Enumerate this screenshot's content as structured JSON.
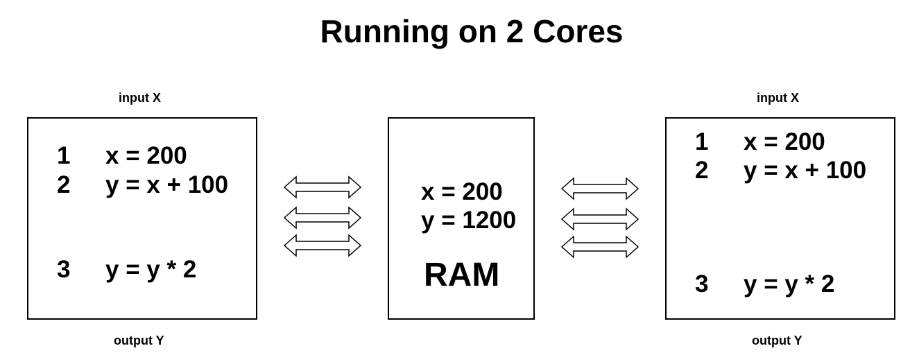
{
  "title": "Running on 2 Cores",
  "left_core": {
    "input_label": "input X",
    "output_label": "output Y",
    "lines": [
      {
        "num": "1",
        "code": "x = 200"
      },
      {
        "num": "2",
        "code": "y = x + 100"
      },
      {
        "num": "3",
        "code": "y = y * 2"
      }
    ]
  },
  "ram": {
    "vars": [
      "x = 200",
      "y = 1200"
    ],
    "label": "RAM"
  },
  "right_core": {
    "input_label": "input X",
    "output_label": "output Y",
    "lines": [
      {
        "num": "1",
        "code": "x = 200"
      },
      {
        "num": "2",
        "code": "y = x + 100"
      },
      {
        "num": "3",
        "code": "y = y * 2"
      }
    ]
  }
}
